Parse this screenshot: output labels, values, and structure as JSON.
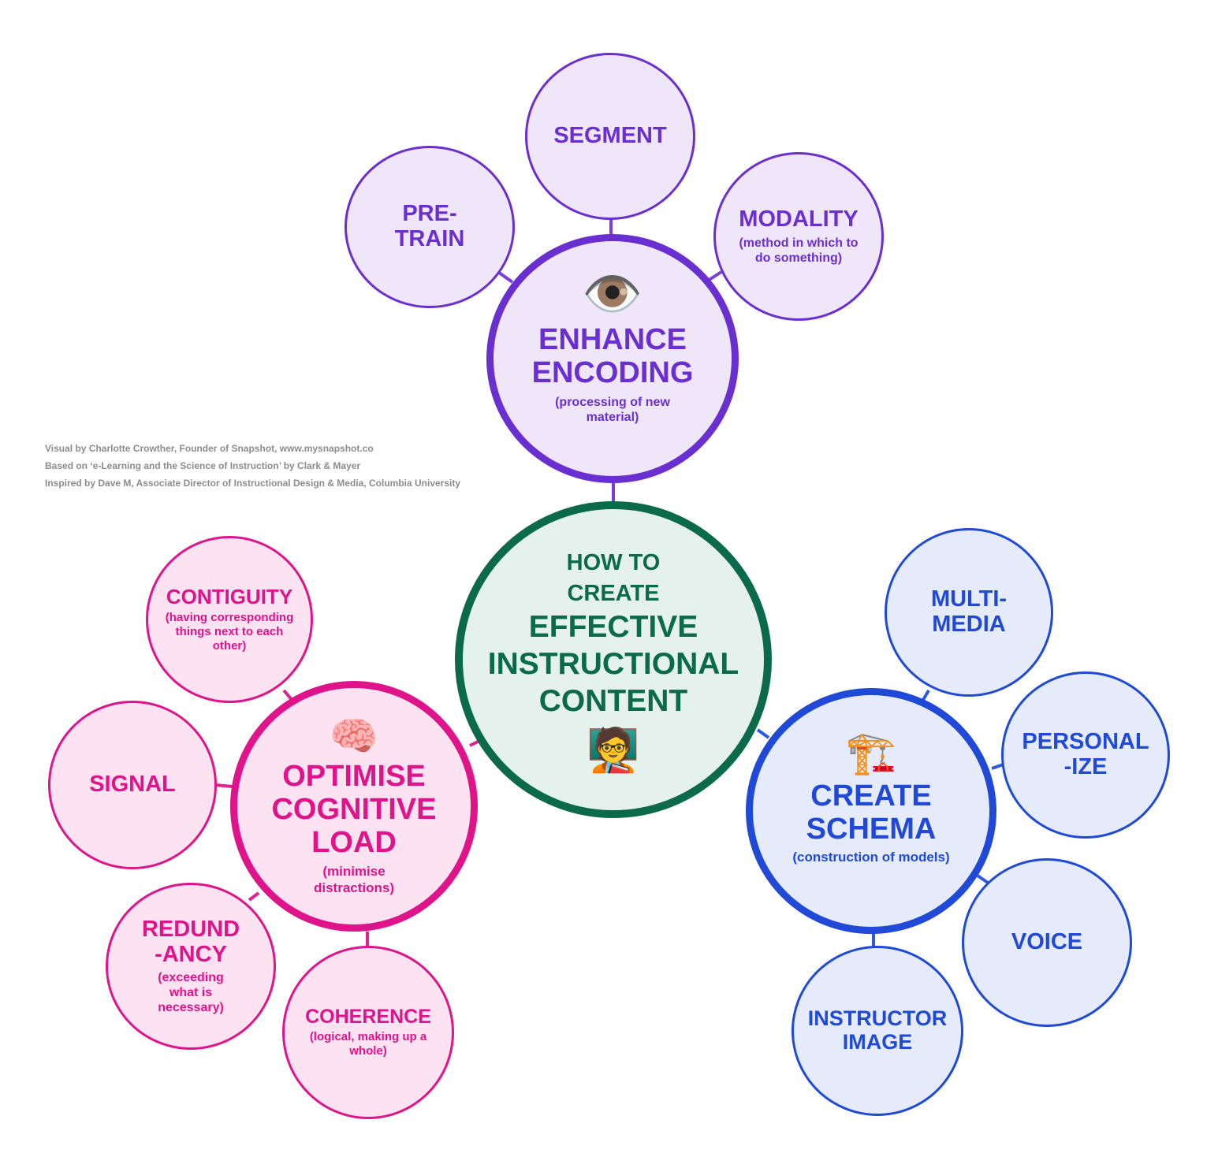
{
  "credits": [
    "Visual by Charlotte Crowther, Founder of Snapshot, www.mysnapshot.co",
    "Based on ‘e-Learning and the Science of Instruction’ by Clark & Mayer",
    "Inspired by Dave M, Associate Director of Instructional Design & Media, Columbia University"
  ],
  "center": {
    "line1": "HOW TO",
    "line2": "CREATE",
    "line3": "EFFECTIVE",
    "line4": "INSTRUCTIONAL",
    "line5": "CONTENT",
    "emoji": "🧑‍🏫"
  },
  "encoding": {
    "emoji": "👁️",
    "title1": "ENHANCE",
    "title2": "ENCODING",
    "sub": "(processing of new material)",
    "nodes": {
      "pretrain": {
        "l1": "PRE-",
        "l2": "TRAIN"
      },
      "segment": {
        "l1": "SEGMENT"
      },
      "modality": {
        "l1": "MODALITY",
        "sub": "(method in which to do something)"
      }
    }
  },
  "cognitive": {
    "emoji": "🧠",
    "title1": "OPTIMISE",
    "title2": "COGNITIVE",
    "title3": "LOAD",
    "sub": "(minimise distractions)",
    "nodes": {
      "contiguity": {
        "l1": "CONTIGUITY",
        "sub": "(having corresponding things next to each other)"
      },
      "signal": {
        "l1": "SIGNAL"
      },
      "redundancy": {
        "l1": "REDUND",
        "l2": "-ANCY",
        "sub": "(exceeding what is necessary)"
      },
      "coherence": {
        "l1": "COHERENCE",
        "sub": "(logical, making up a whole)"
      }
    }
  },
  "schema": {
    "emoji": "🏗️",
    "title1": "CREATE",
    "title2": "SCHEMA",
    "sub": "(construction of models)",
    "nodes": {
      "multimedia": {
        "l1": "MULTI-",
        "l2": "MEDIA"
      },
      "personalize": {
        "l1": "PERSONAL",
        "l2": "-IZE"
      },
      "voice": {
        "l1": "VOICE"
      },
      "instructor": {
        "l1": "INSTRUCTOR",
        "l2": "IMAGE"
      }
    }
  },
  "colors": {
    "purple": "#6a22e0",
    "pink": "#ee0f86",
    "blue": "#1a45ee",
    "green": "#0d6e4e"
  }
}
